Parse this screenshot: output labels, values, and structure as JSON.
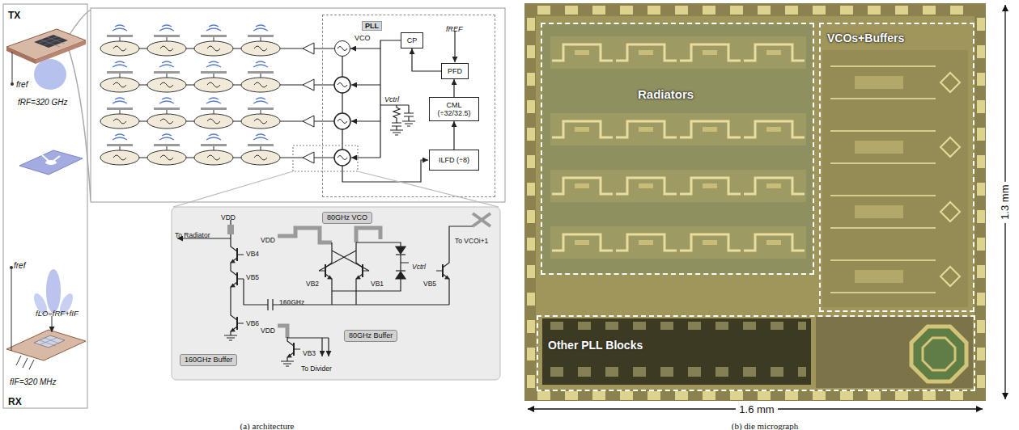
{
  "diagram": {
    "nodes": [
      {
        "text": [
          "PLL"
        ]
      },
      {
        "text": [
          "VCO"
        ],
        "in": 0
      },
      {
        "text": [
          "CP"
        ],
        "in": 0
      },
      {
        "text": [
          "PFD"
        ],
        "in": 0
      },
      {
        "text": [
          "CML (÷32/32.5)"
        ],
        "in": 0
      },
      {
        "text": [
          "ILFD (÷8)"
        ],
        "in": 0
      },
      {
        "text": [
          "80GHz VCO"
        ]
      },
      {
        "text": [
          "80GHz Buffer"
        ]
      },
      {
        "text": [
          "160GHz Buffer"
        ]
      },
      {
        "text": [
          "Radiators"
        ]
      },
      {
        "text": [
          "VCOs+Buffers"
        ]
      },
      {
        "text": [
          "Other PLL Blocks"
        ]
      }
    ],
    "edges": [
      {
        "from": 3,
        "to": 2,
        "arrow": "to"
      },
      {
        "from": 4,
        "to": 3,
        "arrow": "to"
      },
      {
        "from": 5,
        "to": 4,
        "arrow": "to"
      },
      {
        "from": 2,
        "to": 1,
        "arrow": "to"
      }
    ],
    "labels": [
      "TX",
      "fref",
      "fRF=320 GHz",
      "fref",
      "fLO=fRF+fIF",
      "fIF=320 MHz",
      "RX",
      "fREF",
      "Vctrl",
      "To Radiator",
      "VDD",
      "VB4",
      "VB5",
      "160GHz",
      "VB6",
      "VDD",
      "VB2",
      "VB1",
      "Vctrl",
      "VB5",
      "To VCOi+1",
      "VDD",
      "VB3",
      "To Divider",
      "(a) architecture",
      "1.6 mm",
      "1.3 mm",
      "(b) die micrograph"
    ]
  }
}
